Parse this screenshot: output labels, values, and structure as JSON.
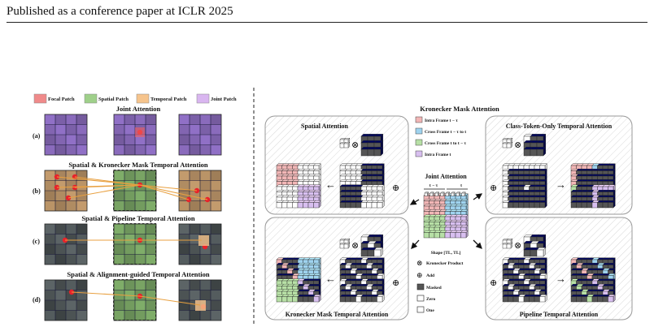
{
  "header": "Published as a conference paper at ICLR 2025",
  "left": {
    "legend": [
      {
        "label": "Focal Patch",
        "color": "#f08a8a"
      },
      {
        "label": "Spatial Patch",
        "color": "#9fd08a"
      },
      {
        "label": "Temporal Patch",
        "color": "#f6c48c"
      },
      {
        "label": "Joint Patch",
        "color": "#d9b6f0"
      }
    ],
    "rows": [
      {
        "id": "(a)",
        "title": "Joint Attention"
      },
      {
        "id": "(b)",
        "title": "Spatial & Kronecker Mask Temporal Attention"
      },
      {
        "id": "(c)",
        "title": "Spatial & Pipeline Temporal Attention"
      },
      {
        "id": "(d)",
        "title": "Spatial & Alignment-guided Temporal Attention"
      }
    ]
  },
  "right": {
    "title": "Kronecker Mask Attention",
    "panels": {
      "spatial": "Spatial Attention",
      "class_token": "Class-Token-Only Temporal Attention",
      "kronecker": "Kronecker Mask Temporal Attention",
      "pipeline": "Pipeline Temporal Attention"
    },
    "joint": {
      "title": "Joint Attention",
      "axis_left": "t − τ",
      "axis_right": "t",
      "shape": "Shape [TL, TL]"
    },
    "frame_legend": [
      {
        "label": "Intra Frame t − τ",
        "color": "#f2b6b6"
      },
      {
        "label": "Cross Frame t − τ to t",
        "color": "#9fd3ef"
      },
      {
        "label": "Cross Frame t to t − τ",
        "color": "#b7e0a6"
      },
      {
        "label": "Intra Frame t",
        "color": "#d8bff0"
      }
    ],
    "ops_legend": [
      {
        "symbol": "⊗",
        "label": "Kronecker Product"
      },
      {
        "symbol": "⊕",
        "label": "Add"
      },
      {
        "symbol": "▣",
        "label": "Masked"
      },
      {
        "symbol": "□",
        "label": "Zero"
      },
      {
        "symbol": "□",
        "label": "One"
      }
    ],
    "symbols": {
      "kron": "⊗",
      "add": "⊕",
      "arrow_left": "←",
      "arrow_right": "→"
    }
  }
}
